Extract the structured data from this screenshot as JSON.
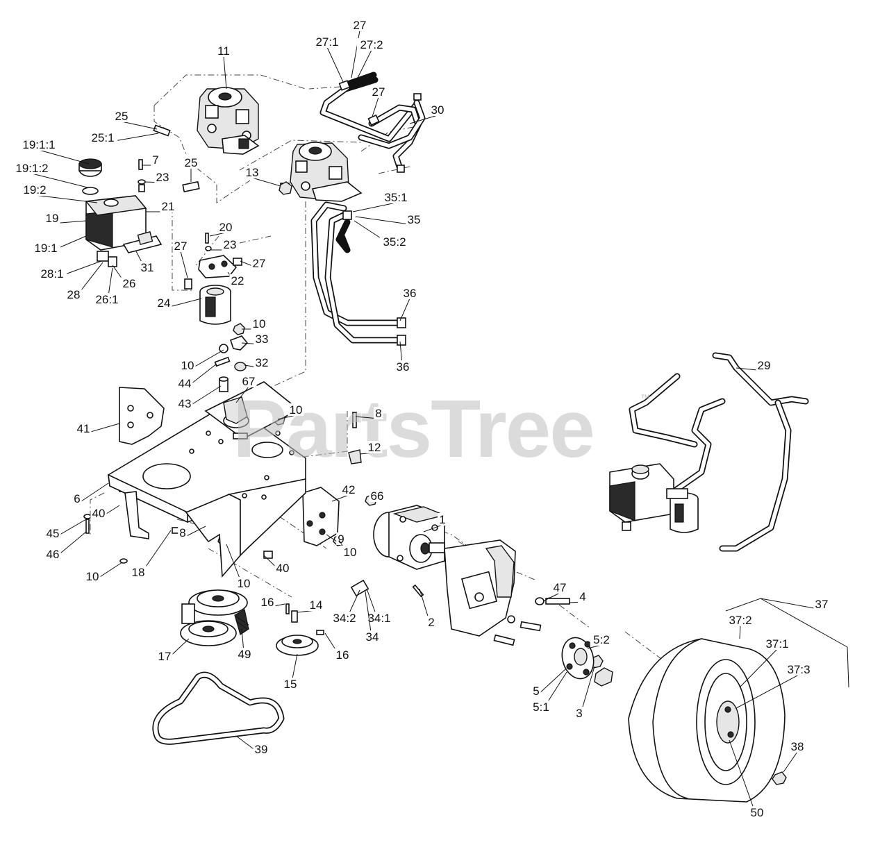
{
  "watermark": {
    "text": "PartsTree",
    "mark": "™"
  },
  "callouts": [
    "11",
    "27:1",
    "27",
    "27:2",
    "27",
    "30",
    "25",
    "25:1",
    "19:1:1",
    "7",
    "23",
    "19:1:2",
    "19:2",
    "25",
    "13",
    "21",
    "19",
    "35:1",
    "35",
    "35:2",
    "19:1",
    "20",
    "23",
    "27",
    "27",
    "31",
    "28:1",
    "26",
    "28",
    "26:1",
    "22",
    "24",
    "36",
    "10",
    "33",
    "10",
    "32",
    "44",
    "36",
    "29",
    "67",
    "43",
    "10",
    "8",
    "41",
    "12",
    "6",
    "42",
    "66",
    "1",
    "45",
    "40",
    "46",
    "9",
    "10",
    "8",
    "10",
    "18",
    "40",
    "10",
    "47",
    "4",
    "37",
    "16",
    "14",
    "34:2",
    "34:1",
    "2",
    "37:2",
    "5:2",
    "37:1",
    "34",
    "17",
    "49",
    "16",
    "15",
    "37:3",
    "5",
    "5:1",
    "3",
    "39",
    "38",
    "50"
  ]
}
